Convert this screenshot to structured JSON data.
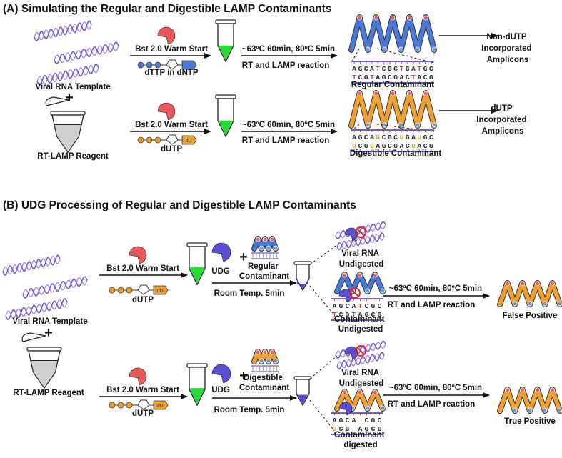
{
  "panel_a": {
    "title": "(A) Simulating the Regular and Digestible LAMP Contaminants",
    "template_label": "Viral RNA Template",
    "plus": "+",
    "reagent_label": "RT-LAMP Reagent",
    "enzyme_label": "Bst 2.0 Warm Start",
    "dttp_label": "dTTP in dNTP",
    "dutp_label": "dUTP",
    "condition": "~63ºC 60min, 80ºC 5min",
    "reaction": "RT and LAMP reaction",
    "seq_top": "AGCATCGCTGATGC",
    "seq_bottom": "TCGTAGCGACTACG",
    "seq_du_top": "AGCAUCGCUGAUGC",
    "seq_du_bottom": "UCGUAGCGACUACG",
    "regular_label": "Regular Contaminant",
    "digestible_label": "Digestible Contaminant",
    "result1": [
      "Non-dUTP",
      "Incorporated",
      "Amplicons"
    ],
    "result2": [
      "dUTP",
      "Incorporated",
      "Amplicons"
    ],
    "du_tag": "dU"
  },
  "panel_b": {
    "title": "(B) UDG Processing of Regular and Digestible LAMP Contaminants",
    "template_label": "Viral RNA Template",
    "plus": "+",
    "reagent_label": "RT-LAMP Reagent",
    "enzyme_label": "Bst 2.0 Warm Start",
    "dutp_label": "dUTP",
    "udg_label": "UDG",
    "regular_contaminant": [
      "Regular",
      "Contaminant"
    ],
    "digestible_contaminant": [
      "Digestible",
      "Contaminant"
    ],
    "incubation": "Room Temp. 5min",
    "viral_rna_undigested": [
      "Viral RNA",
      "Undigested"
    ],
    "contaminant_undigested": [
      "Contaminant",
      "Undigested"
    ],
    "contaminant_digested": [
      "Contaminant",
      "digested"
    ],
    "condition": "~63ºC 60min, 80ºC 5min",
    "reaction": "RT and LAMP reaction",
    "false_positive": "False Positive",
    "true_positive": "True Positive"
  },
  "colors": {
    "rna": "#7a55e0",
    "regular_amplicon": "#4a78d6",
    "dutp_amplicon": "#f0a030",
    "enzyme": "#e85858",
    "udg": "#5b4fd8",
    "green_liquid": "#22dd33",
    "blue_liquid": "#5a3fd0",
    "inhibit": "#e02828",
    "text": "#111111"
  }
}
